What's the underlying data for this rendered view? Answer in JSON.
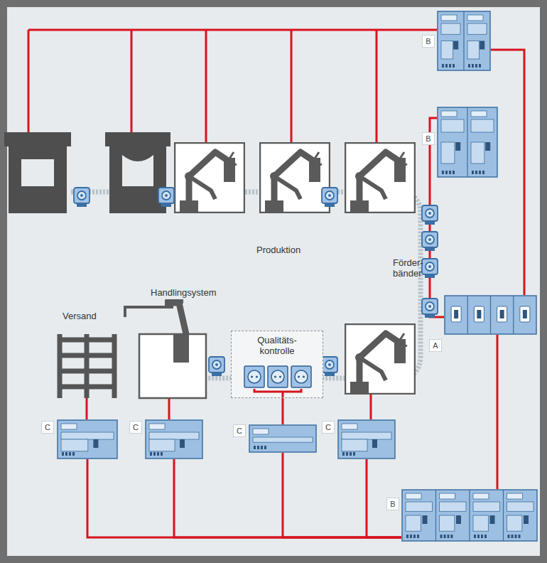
{
  "diagram": {
    "nodes": [
      {
        "text": [
          "B"
        ]
      },
      {
        "text": [
          "B"
        ]
      },
      {
        "text": [
          "A"
        ]
      },
      {
        "text": [
          "Qualitäts- kontrolle"
        ]
      },
      {
        "text": [
          "C"
        ]
      },
      {
        "text": [
          "C"
        ]
      },
      {
        "text": [
          "C"
        ]
      },
      {
        "text": [
          "C"
        ]
      },
      {
        "text": [
          "B"
        ]
      }
    ],
    "edges": [
      {
        "from": 0,
        "to": 2,
        "arrow": "none"
      },
      {
        "from": 1,
        "to": 2,
        "arrow": "none"
      },
      {
        "from": 2,
        "to": 8,
        "arrow": "none"
      },
      {
        "from": 8,
        "to": 4,
        "arrow": "none"
      },
      {
        "from": 8,
        "to": 5,
        "arrow": "none"
      },
      {
        "from": 8,
        "to": 6,
        "arrow": "none"
      },
      {
        "from": 8,
        "to": 7,
        "arrow": "none"
      },
      {
        "from": 6,
        "to": 3,
        "arrow": "none"
      }
    ],
    "labels": [
      "Produktion",
      "Förder- bänder",
      "Handlingsystem",
      "Versand"
    ]
  }
}
